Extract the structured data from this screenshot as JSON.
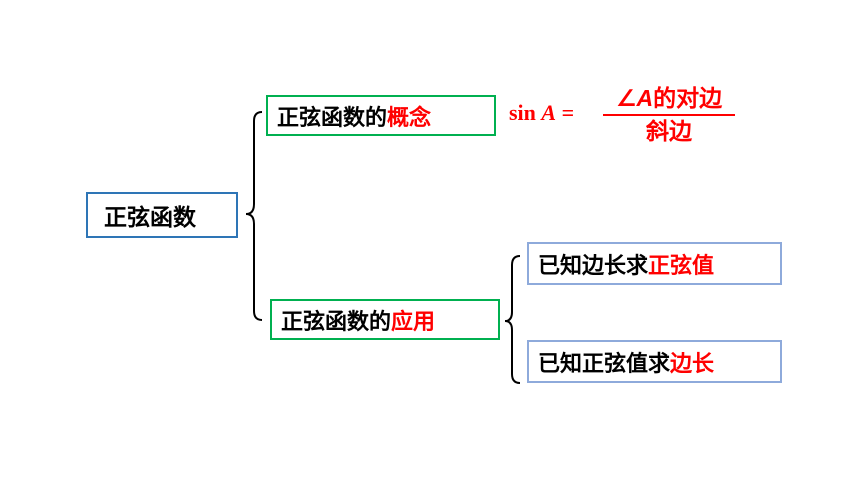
{
  "root": {
    "label": "正弦函数"
  },
  "concept": {
    "prefix": "正弦函数的",
    "highlight": "概念"
  },
  "application": {
    "prefix": "正弦函数的",
    "highlight": "应用"
  },
  "formula": {
    "lhs_fn": "sin",
    "lhs_var": "A",
    "eq": "=",
    "num_angle": "∠",
    "num_var": "A",
    "num_text": "的对边",
    "den": "斜边"
  },
  "app_items": [
    {
      "prefix": "已知边长求",
      "highlight": "正弦值"
    },
    {
      "prefix": "已知正弦值求",
      "highlight": "边长"
    }
  ],
  "colors": {
    "root_border": "#2e75b6",
    "branch_border": "#00b050",
    "leaf_border": "#8eaadb",
    "highlight": "#ff0000",
    "bracket": "#000000"
  }
}
